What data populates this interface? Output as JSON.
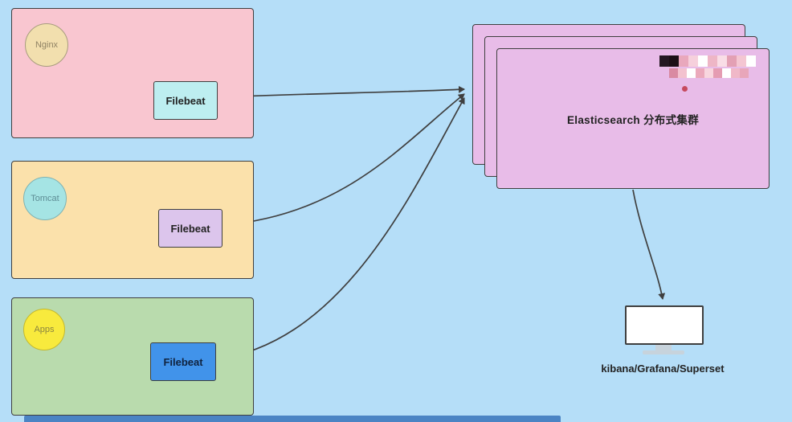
{
  "diagram": {
    "sources": [
      {
        "id": "nginx",
        "circle_label": "Nginx",
        "filebeat_label": "Filebeat"
      },
      {
        "id": "tomcat",
        "circle_label": "Tomcat",
        "filebeat_label": "Filebeat"
      },
      {
        "id": "apps",
        "circle_label": "Apps",
        "filebeat_label": "Filebeat"
      }
    ],
    "cluster_label": "Elasticsearch 分布式集群",
    "output_label": "kibana/Grafana/Superset"
  },
  "colors": {
    "background": "#b5def8",
    "nginx_group": "#f9c6d0",
    "tomcat_group": "#fbe1ab",
    "apps_group": "#b9dbad",
    "nginx_circle": "#f2dfae",
    "tomcat_circle": "#a5e4e4",
    "apps_circle": "#f8ea3d",
    "filebeat_cyan": "#bdeef0",
    "filebeat_lavender": "#dcc5ec",
    "filebeat_blue": "#4193ea",
    "cluster_fill": "#e8bce8",
    "stroke": "#3f3f3f"
  },
  "watermark": {
    "row1": [
      "#241822",
      "#1c1016",
      "#e9a8bc",
      "#f6d0dc",
      "#ffffff",
      "#eeb6c6",
      "#f9dde6",
      "#e3a0b4",
      "#f4c6d2",
      "#ffffff"
    ],
    "row2": [
      "#d98aa2",
      "#f3c2cf",
      "#ffffff",
      "#eba9bb",
      "#f8d6de",
      "#e59cb2",
      "#ffffff",
      "#f0b8c8",
      "#e8a6ba"
    ]
  }
}
